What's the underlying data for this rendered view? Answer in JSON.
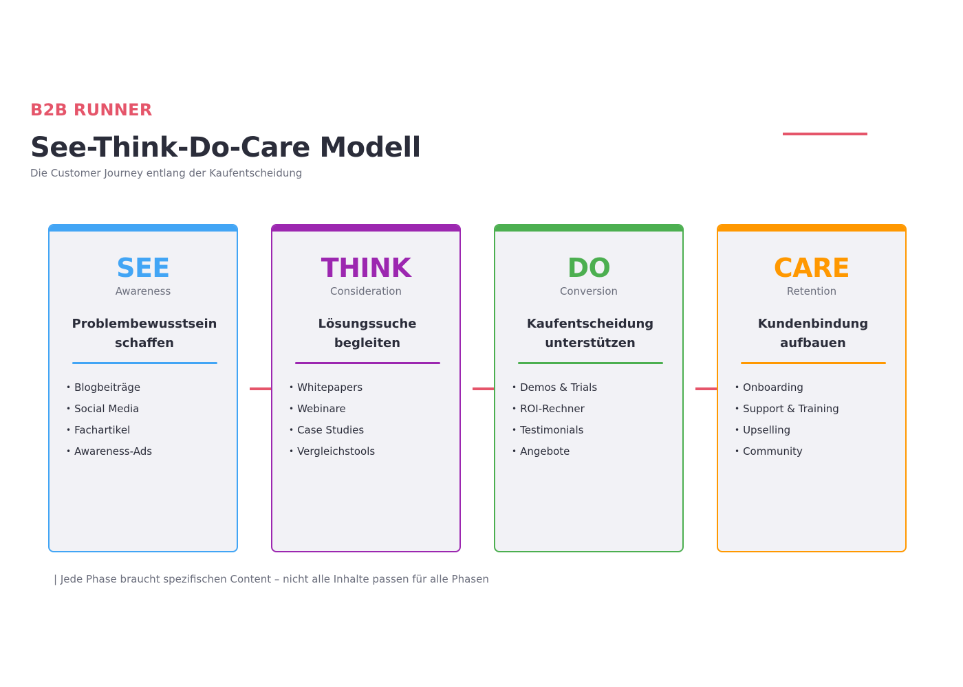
{
  "header": {
    "brand": "B2B RUNNER",
    "title": "See-Think-Do-Care Modell",
    "subtitle": "Die Customer Journey entlang der Kaufentscheidung"
  },
  "colors": {
    "accent": "#e5556a",
    "see": "#42a5f5",
    "think": "#9c27b0",
    "do": "#4caf50",
    "care": "#ff9800"
  },
  "phases": [
    {
      "name": "SEE",
      "stage": "Awareness",
      "goal": "Problembewusstsein schaffen",
      "color": "#42a5f5",
      "items": [
        "Blogbeiträge",
        "Social Media",
        "Fachartikel",
        "Awareness-Ads"
      ]
    },
    {
      "name": "THINK",
      "stage": "Consideration",
      "goal": "Lösungssuche begleiten",
      "color": "#9c27b0",
      "items": [
        "Whitepapers",
        "Webinare",
        "Case Studies",
        "Vergleichstools"
      ]
    },
    {
      "name": "DO",
      "stage": "Conversion",
      "goal": "Kaufentscheidung unterstützen",
      "color": "#4caf50",
      "items": [
        "Demos & Trials",
        "ROI-Rechner",
        "Testimonials",
        "Angebote"
      ]
    },
    {
      "name": "CARE",
      "stage": "Retention",
      "goal": "Kundenbindung aufbauen",
      "color": "#ff9800",
      "items": [
        "Onboarding",
        "Support & Training",
        "Upselling",
        "Community"
      ]
    }
  ],
  "footnote": "| Jede Phase braucht spezifischen Content – nicht alle Inhalte passen für alle Phasen"
}
